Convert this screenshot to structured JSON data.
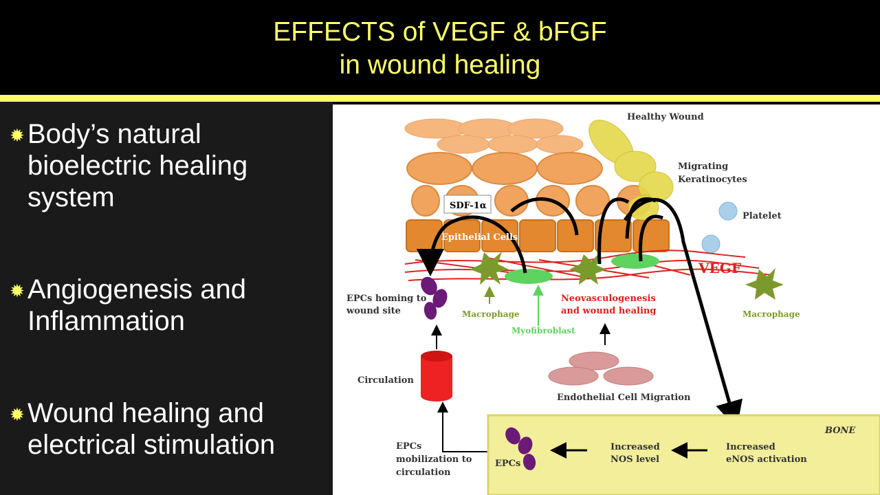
{
  "title": {
    "line1": "EFFECTS of VEGF & bFGF",
    "line2": "in wound healing"
  },
  "bullets": [
    {
      "icon": "sun-star-icon",
      "text": "Body’s natural bioelectric healing system"
    },
    {
      "icon": "sun-star-icon",
      "text": "Angiogenesis and Inflammation"
    },
    {
      "icon": "sun-star-icon",
      "text": "Wound healing and electrical stimulation"
    }
  ],
  "diagram": {
    "healthy_wound": "Healthy Wound",
    "migrating": "Migrating",
    "keratinocytes": "Keratinocytes",
    "platelet": "Platelet",
    "sdf": "SDF-1α",
    "epithelial": "Epithelial Cells",
    "vegf": "VEGF",
    "epcs_homing_1": "EPCs homing to",
    "epcs_homing_2": "wound site",
    "macrophage_left": "Macrophage",
    "macrophage_right": "Macrophage",
    "myofibroblast": "Myofibroblast",
    "neo_1": "Neovasculogenesis",
    "neo_2": "and wound healing",
    "circulation": "Circulation",
    "endothelial": "Endothelial Cell Migration",
    "bone": "BONE",
    "epcs_mob_1": "EPCs",
    "epcs_mob_2": "mobilization to",
    "epcs_mob_3": "circulation",
    "epcs": "EPCs",
    "nos_1": "Increased",
    "nos_2": "NOS level",
    "enos_1": "Increased",
    "enos_2": "eNOS activation"
  },
  "colors": {
    "title": "#ffff66",
    "keratinocyte": "#f6b77f",
    "epithelial": "#e3882f",
    "vessel": "#e0201f",
    "macrophage": "#7c9a2b",
    "myofibroblast": "#5fd35f",
    "epc": "#6b1a78",
    "bone": "#f2ee9a"
  }
}
